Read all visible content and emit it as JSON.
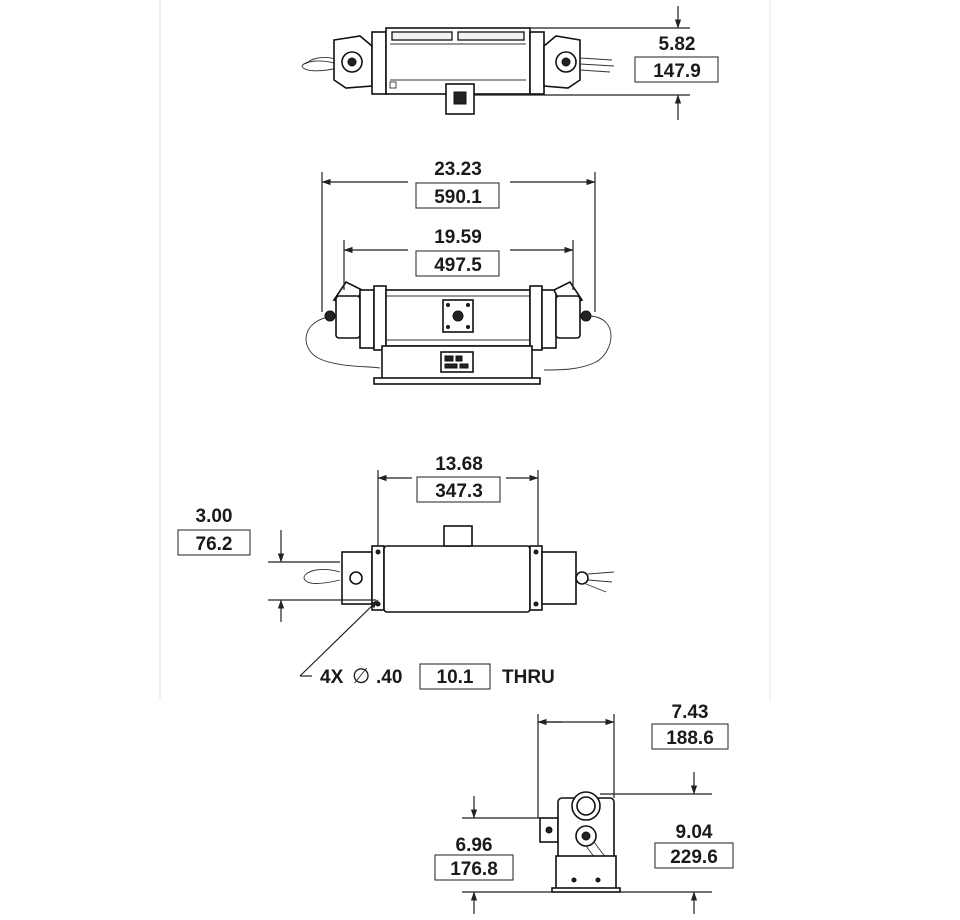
{
  "dimensions": {
    "top_height": {
      "in": "5.82",
      "mm": "147.9"
    },
    "overall_length": {
      "in": "23.23",
      "mm": "590.1"
    },
    "flange_length": {
      "in": "19.59",
      "mm": "497.5"
    },
    "housing_length": {
      "in": "13.68",
      "mm": "347.3"
    },
    "mount_width": {
      "in": "3.00",
      "mm": "76.2"
    },
    "end_width": {
      "in": "7.43",
      "mm": "188.6"
    },
    "end_axis_height": {
      "in": "6.96",
      "mm": "176.8"
    },
    "end_overall_height": {
      "in": "9.04",
      "mm": "229.6"
    }
  },
  "hole_callout": {
    "count": "4X",
    "diameter_symbol": "∅",
    "diameter_in": ".40",
    "diameter_mm": "10.1",
    "suffix": "THRU"
  }
}
